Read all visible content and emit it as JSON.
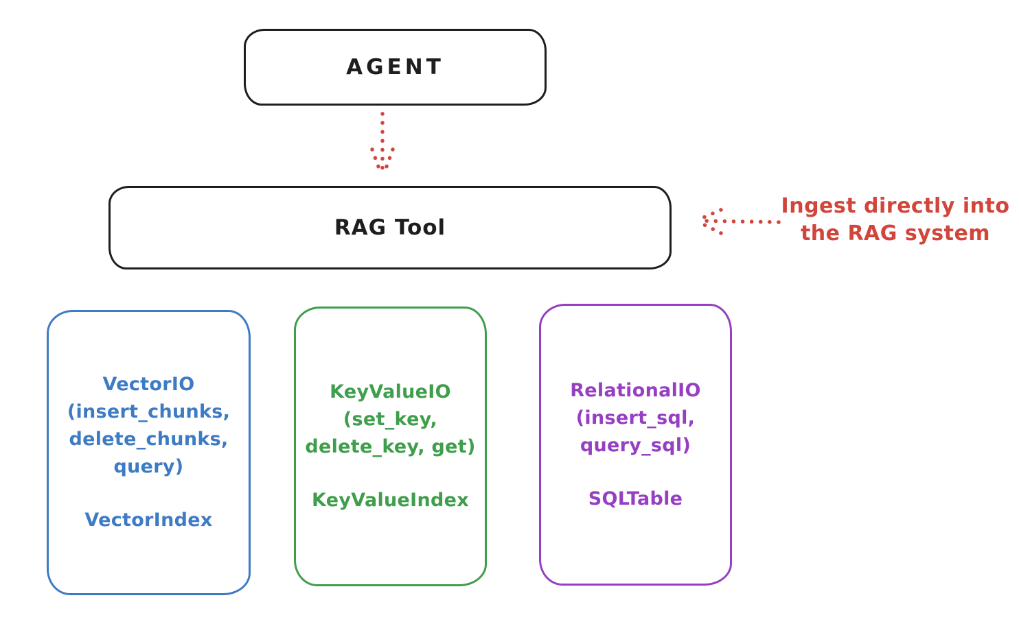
{
  "agent": {
    "label": "AGENT"
  },
  "rag_tool": {
    "label": "RAG Tool"
  },
  "annotation": {
    "line1": "Ingest directly into",
    "line2": "the RAG system",
    "color": "#d1453b"
  },
  "colors": {
    "stroke": "#1e1e1e",
    "red": "#d1453b"
  },
  "backends": [
    {
      "name": "vector-io",
      "color": "#3d7bc4",
      "lines": [
        "VectorIO",
        "(insert_chunks,",
        "delete_chunks,",
        "query)"
      ],
      "index_label": "VectorIndex"
    },
    {
      "name": "key-value-io",
      "color": "#3f9e4b",
      "lines": [
        "KeyValueIO",
        "(set_key,",
        "delete_key, get)"
      ],
      "index_label": "KeyValueIndex"
    },
    {
      "name": "relational-io",
      "color": "#963fc2",
      "lines": [
        "RelationalIO",
        "(insert_sql,",
        "query_sql)"
      ],
      "index_label": "SQLTable"
    }
  ]
}
